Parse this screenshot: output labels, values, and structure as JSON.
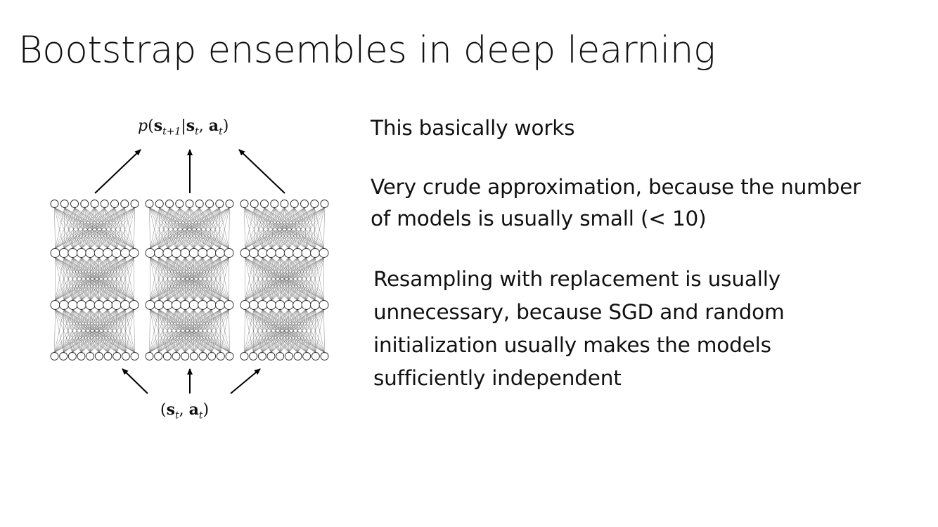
{
  "slide": {
    "title": "Bootstrap ensembles in deep learning"
  },
  "diagram": {
    "output_label": {
      "p": "p",
      "open": "(",
      "s": "s",
      "s_sub": "t+1",
      "bar": "|",
      "s2": "s",
      "s2_sub": "t",
      "comma": ", ",
      "a": "a",
      "a_sub": "t",
      "close": ")"
    },
    "input_label": {
      "open": "(",
      "s": "s",
      "s_sub": "t",
      "comma": ", ",
      "a": "a",
      "a_sub": "t",
      "close": ")"
    },
    "networks": 3
  },
  "bullets": [
    "This basically works",
    "Very crude approximation, because the number of models is usually small (< 10)",
    "Resampling with replacement is usually unnecessary, because SGD and random initialization usually makes the models sufficiently independent"
  ]
}
